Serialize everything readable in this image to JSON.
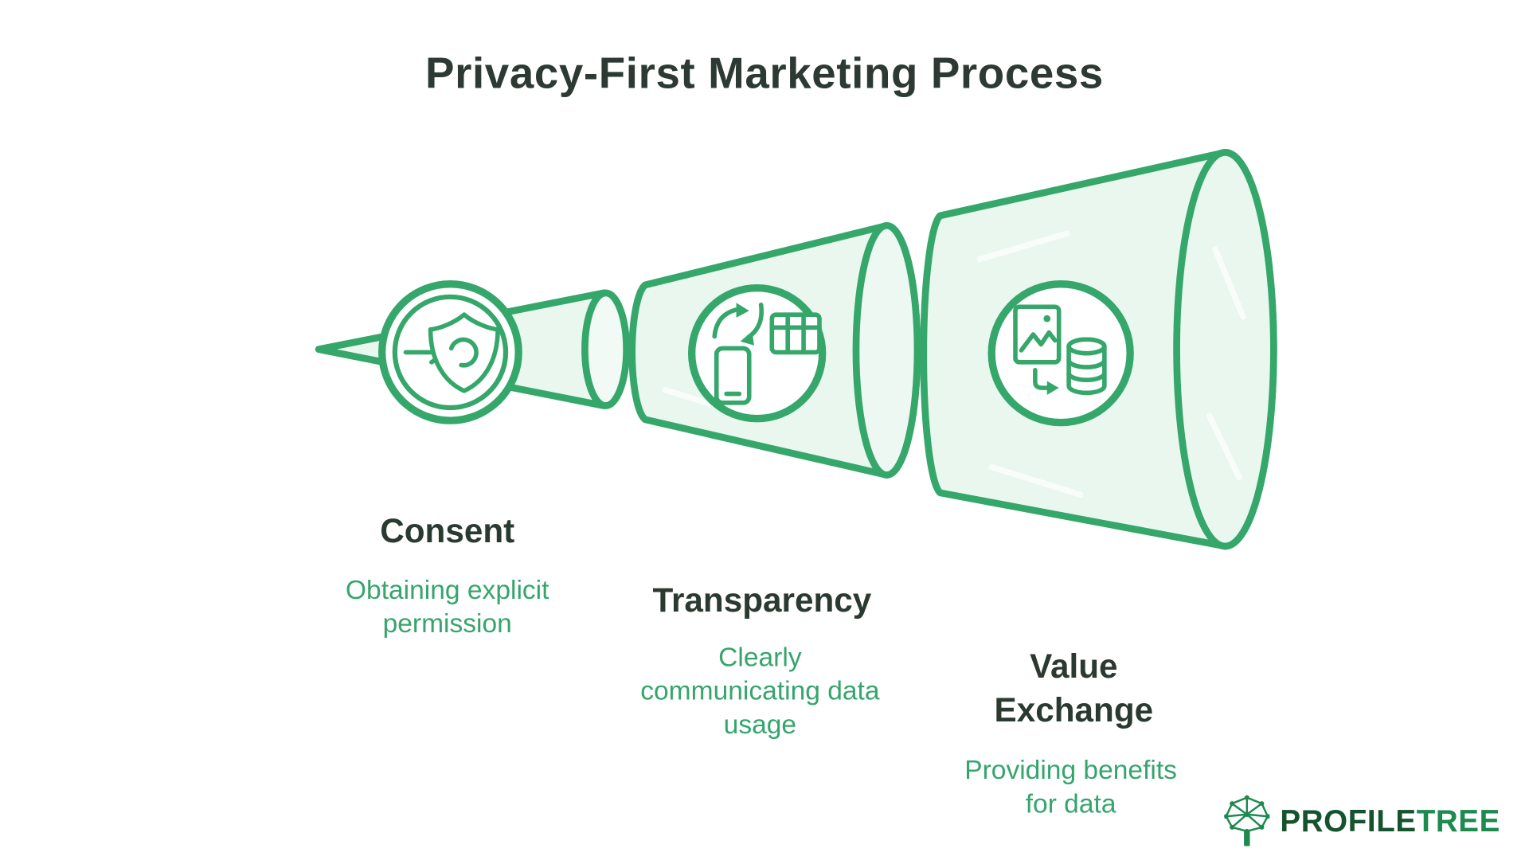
{
  "title": "Privacy-First Marketing Process",
  "funnel": {
    "stages": [
      {
        "name": "Consent",
        "description": "Obtaining explicit permission",
        "icon": "shield-login-icon"
      },
      {
        "name": "Transparency",
        "description": "Clearly communicating data usage",
        "icon": "device-table-sync-icon"
      },
      {
        "name": "Value Exchange",
        "description": "Providing benefits for data",
        "icon": "image-to-database-icon"
      }
    ]
  },
  "logo": {
    "brand_primary": "PROFILE",
    "brand_secondary": "TREE"
  },
  "colors": {
    "accent_green": "#35A76A",
    "funnel_fill": "#E9F7EF",
    "heading_text": "#2B3A31",
    "description_text": "#36A56D",
    "logo_dark_green": "#14532E",
    "logo_green": "#1E8A50",
    "background": "#FFFFFF"
  }
}
